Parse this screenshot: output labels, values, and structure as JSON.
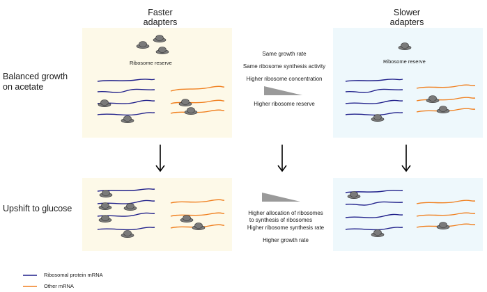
{
  "columns": {
    "faster": {
      "line1": "Faster",
      "line2": "adapters"
    },
    "slower": {
      "line1": "Slower",
      "line2": "adapters"
    }
  },
  "rows": {
    "balanced": {
      "line1": "Balanced growth",
      "line2": "on acetate"
    },
    "upshift": {
      "line1": "Upshift to glucose"
    }
  },
  "panels": {
    "ribosome_reserve_label": "Ribosome reserve",
    "faster_bg": "#fdf9e8",
    "slower_bg": "#eef8fc"
  },
  "middle_top": {
    "items": [
      "Same growth rate",
      "Same  ribosome synthesis activity",
      "Higher ribosome concentration",
      "Higher ribosome reserve"
    ]
  },
  "middle_bottom": {
    "allocation_line1": "Higher allocation of ribosomes",
    "allocation_line2": "to synthesis of ribosomes",
    "synthesis": "Higher ribosome synthesis rate",
    "growth": "Higher growth rate"
  },
  "legend": {
    "ribosomal": {
      "label": "Ribosomal protein mRNA",
      "color": "#1f1f8a"
    },
    "other": {
      "label": "Other mRNA",
      "color": "#f07f1e"
    }
  },
  "colors": {
    "ribosome": "#7a7a7a",
    "arrow": "#000000",
    "wedge": "#9a9a9a"
  }
}
